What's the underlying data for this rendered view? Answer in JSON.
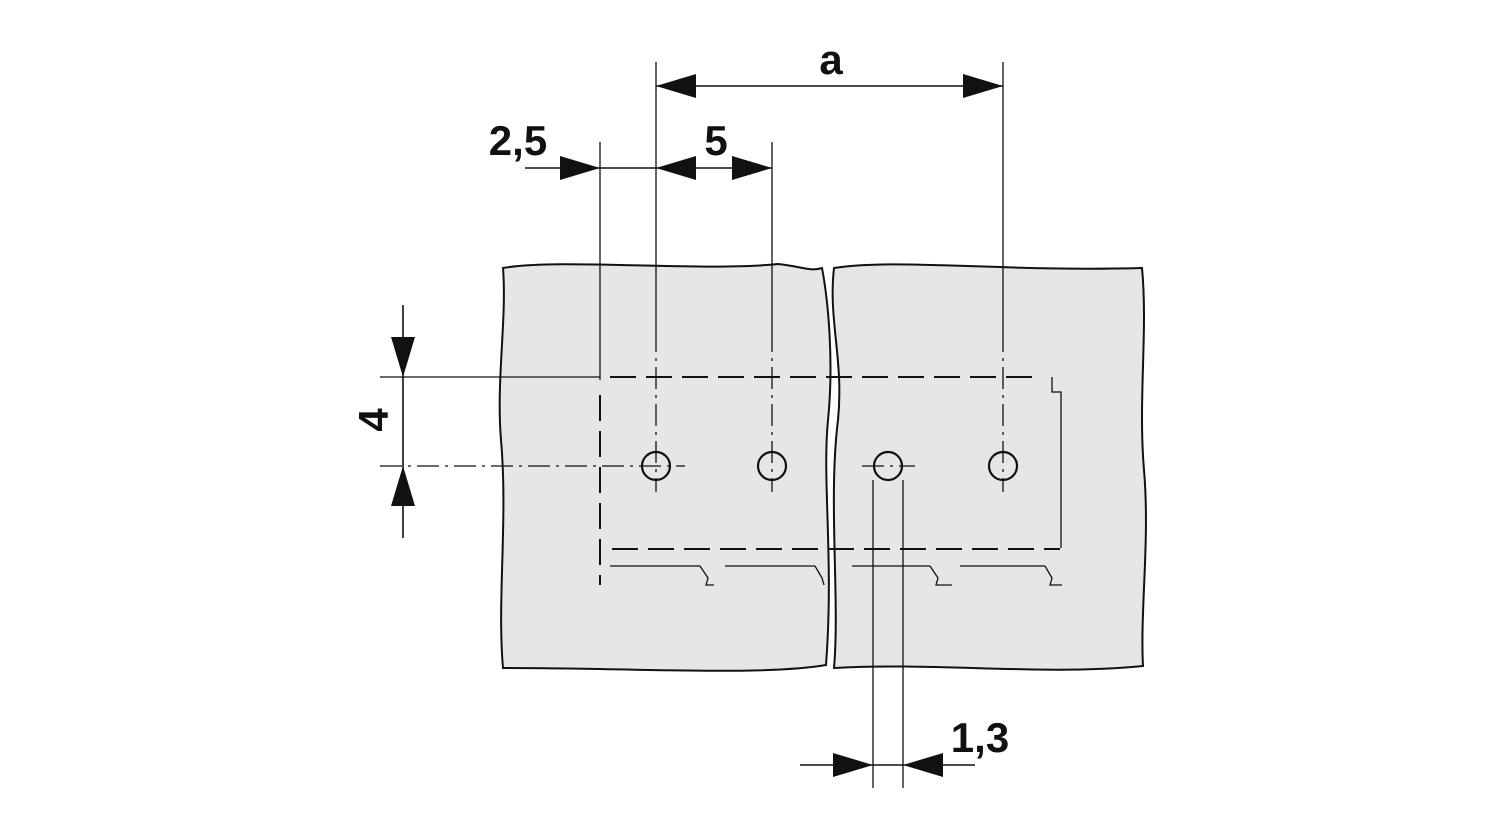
{
  "dimensions": {
    "a": "a",
    "offset": "2,5",
    "pitch": "5",
    "row_offset": "4",
    "hole_diameter": "1,3"
  },
  "colors": {
    "board_fill": "#e6e6e6",
    "line": "#111111",
    "background": "#ffffff"
  }
}
